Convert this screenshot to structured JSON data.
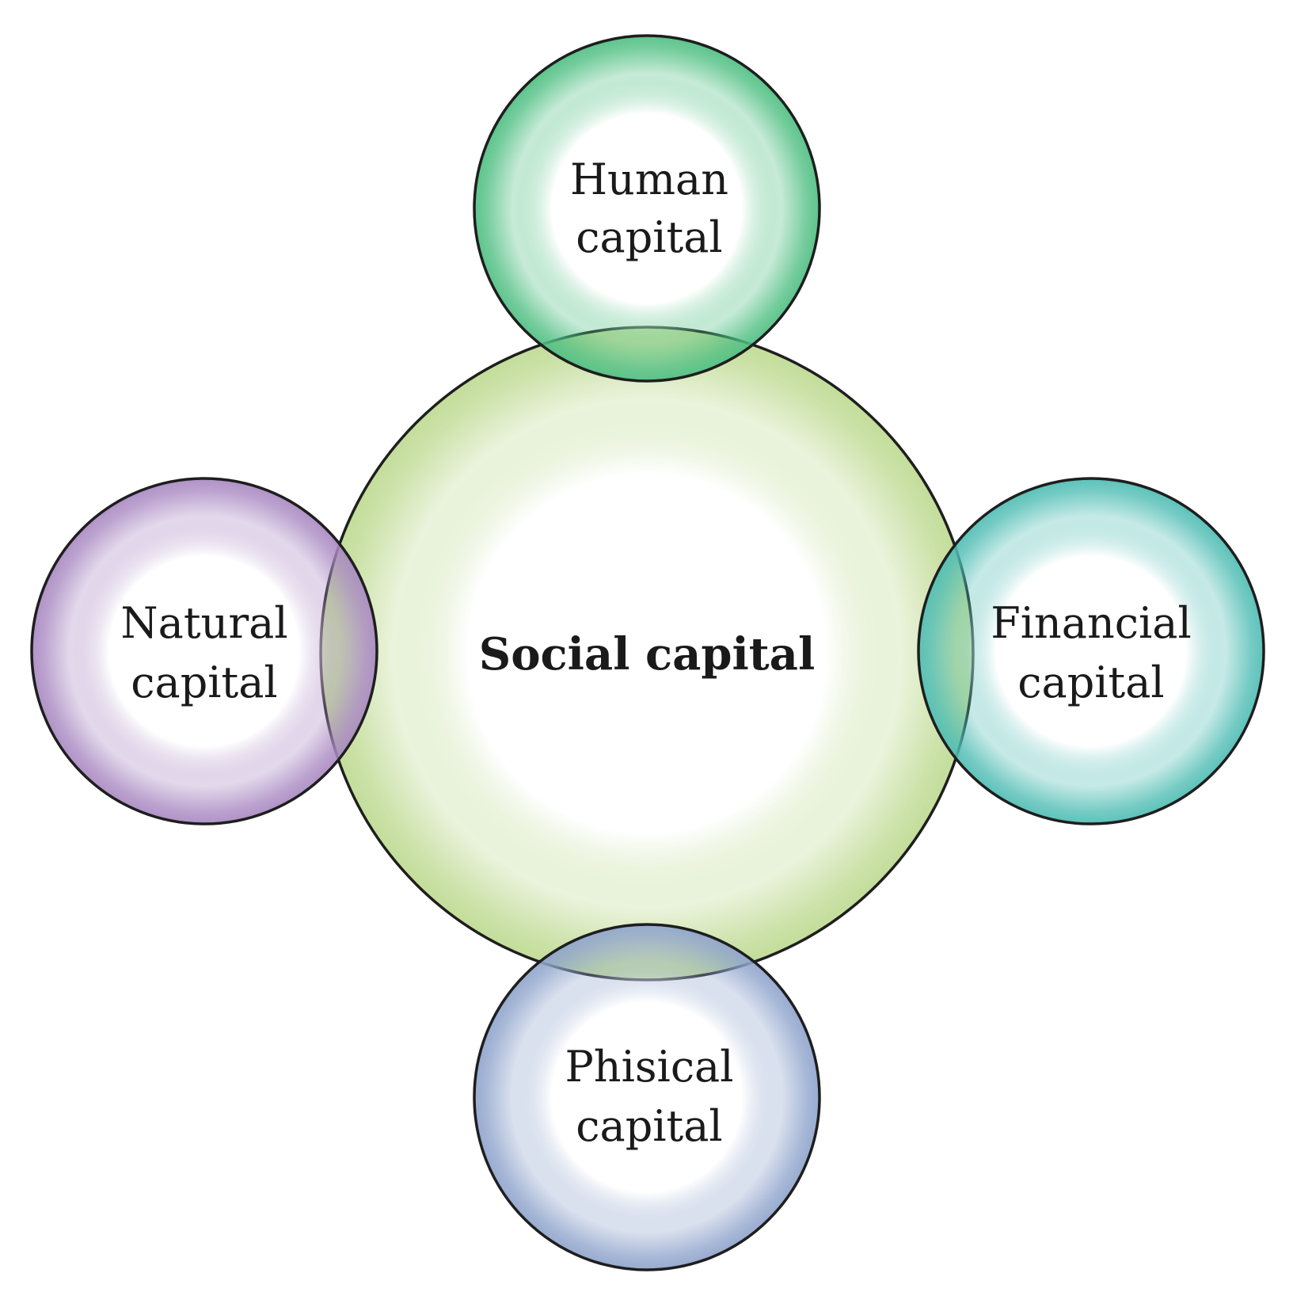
{
  "diagram": {
    "center": {
      "label": "Social capital",
      "color": "#c3dd9a"
    },
    "nodes": [
      {
        "id": "human",
        "lines": [
          "Human",
          "capital"
        ],
        "color": "#4fbf82"
      },
      {
        "id": "natural",
        "lines": [
          "Natural",
          "capital"
        ],
        "color": "#a989c2"
      },
      {
        "id": "financial",
        "lines": [
          "Financial",
          "capital"
        ],
        "color": "#4fbdb4"
      },
      {
        "id": "physical",
        "lines": [
          "Phisical",
          "capital"
        ],
        "color": "#8fa4cc"
      }
    ]
  }
}
